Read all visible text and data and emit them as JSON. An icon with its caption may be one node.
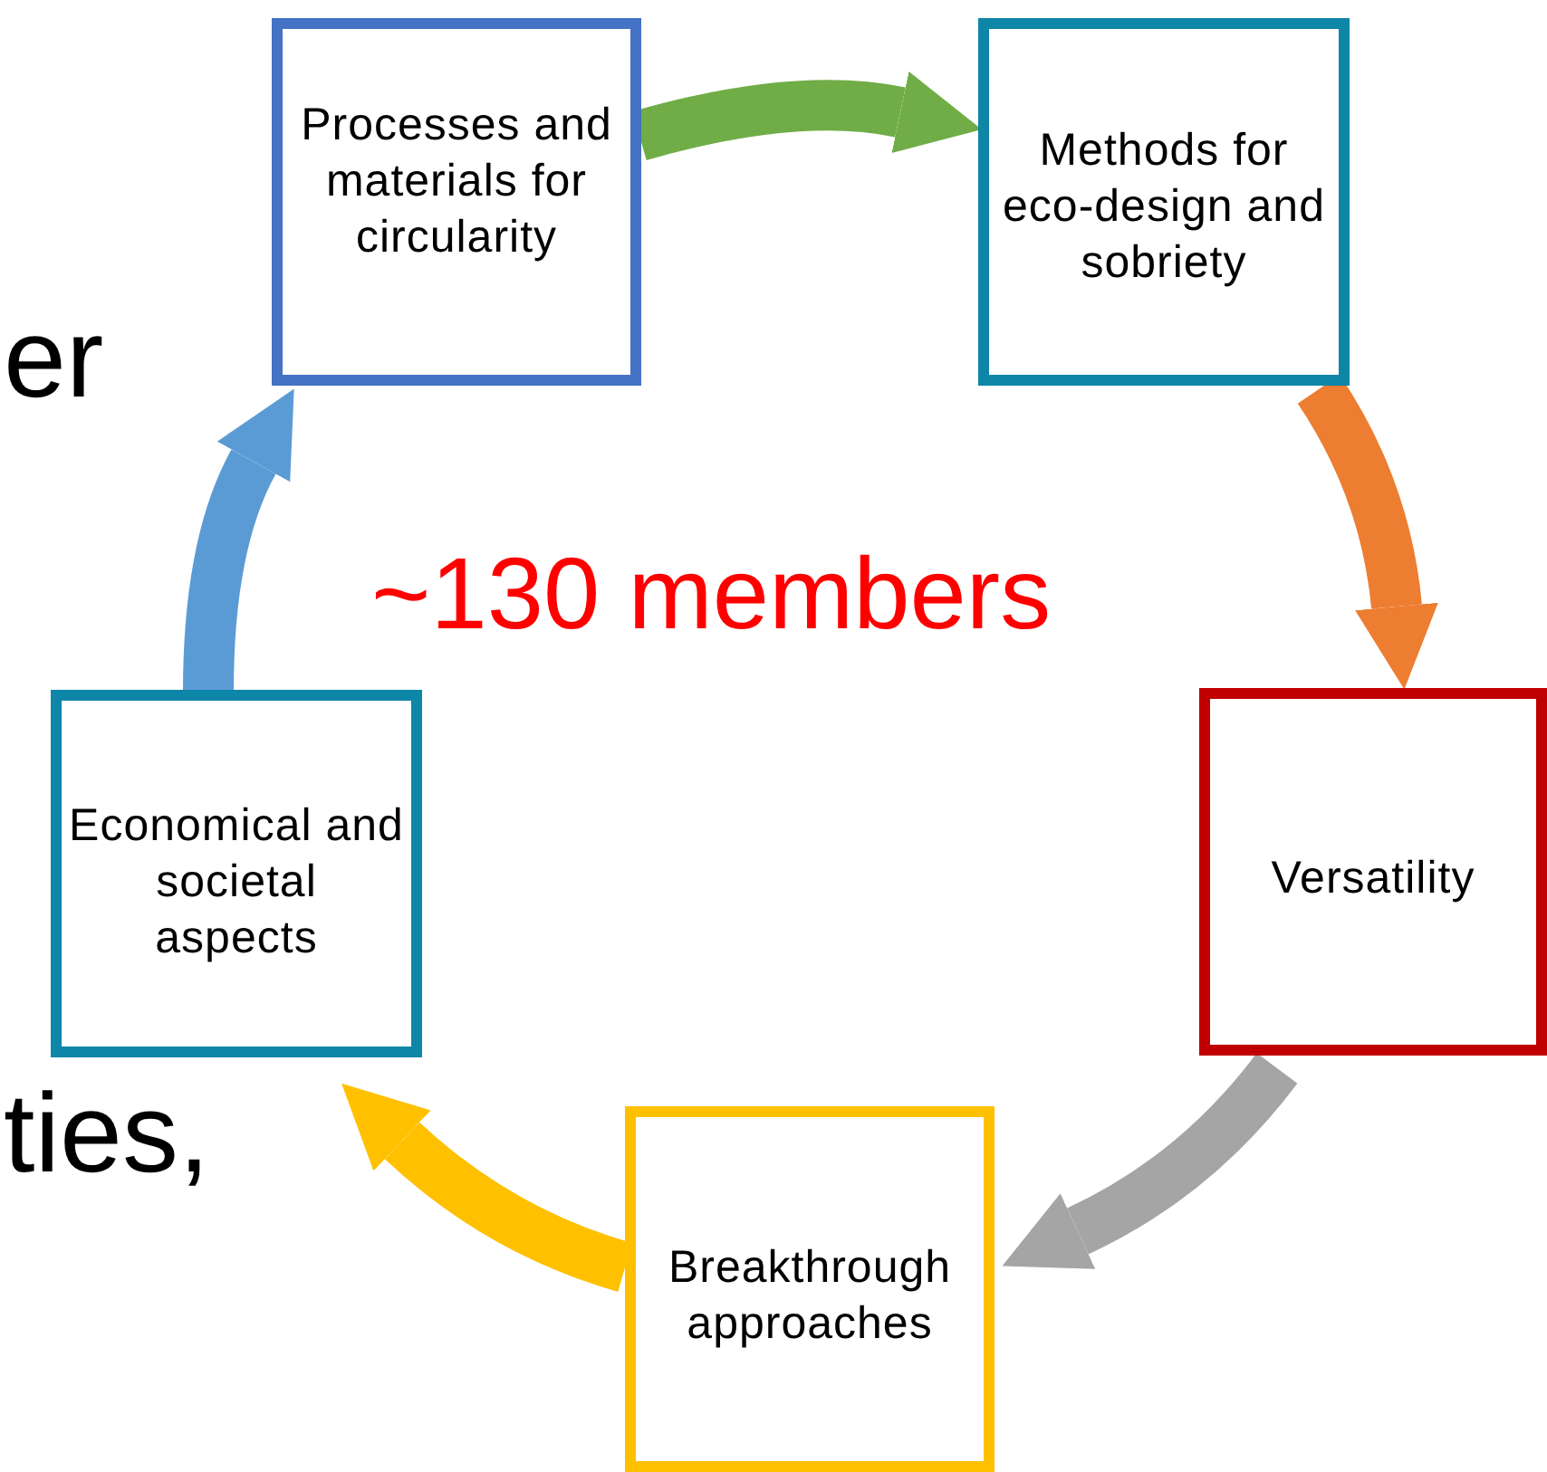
{
  "diagram": {
    "nodes": [
      {
        "text": [
          "Processes and materials for circularity"
        ]
      },
      {
        "text": [
          "Methods for eco-design and sobriety"
        ]
      },
      {
        "text": [
          "Versatility"
        ]
      },
      {
        "text": [
          "Breakthrough approaches"
        ]
      },
      {
        "text": [
          "Economical and societal aspects"
        ]
      }
    ],
    "edges": [
      {
        "from": 0,
        "to": 1,
        "arrow": "to",
        "color": "#70ad47"
      },
      {
        "from": 1,
        "to": 2,
        "arrow": "to",
        "color": "#ed7d31"
      },
      {
        "from": 2,
        "to": 3,
        "arrow": "to",
        "color": "#a5a5a5"
      },
      {
        "from": 3,
        "to": 4,
        "arrow": "to",
        "color": "#ffc000"
      },
      {
        "from": 4,
        "to": 0,
        "arrow": "to",
        "color": "#5b9bd5"
      }
    ],
    "labels": [
      "~130 members",
      "er",
      "ties,"
    ]
  }
}
